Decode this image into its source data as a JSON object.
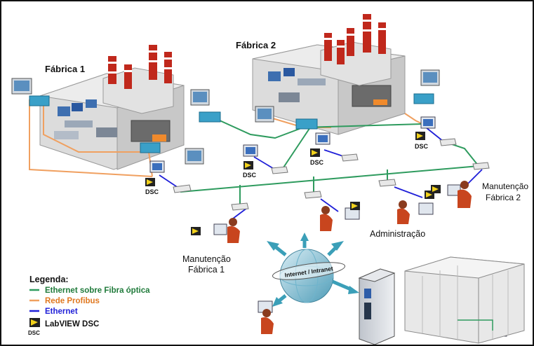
{
  "factories": {
    "f1": "Fábrica 1",
    "f2": "Fábrica 2"
  },
  "dsc_label": "DSC",
  "labels": {
    "maint2_line1": "Manutenção",
    "maint2_line2": "Fábrica 2",
    "admin": "Administração",
    "maint1_line1": "Manutenção",
    "maint1_line2": "Fábrica 1",
    "internet": "Internet / Intranet"
  },
  "legend": {
    "title": "Legenda:",
    "items": [
      {
        "label": "Ethernet sobre Fibra óptica",
        "color": "#2e9b5e",
        "text_color": "#1f7a3a"
      },
      {
        "label": "Rede Profibus",
        "color": "#f0a060",
        "text_color": "#e07820"
      },
      {
        "label": "Ethernet",
        "color": "#1f1fd8",
        "text_color": "#1f1fd8"
      }
    ],
    "labview_label": "LabVIEW DSC"
  },
  "colors": {
    "fiber": "#2e9b5e",
    "profibus": "#f0a060",
    "ethernet": "#1f1fd8",
    "building": "#d9d9d9",
    "chimney_red": "#c0281c"
  }
}
